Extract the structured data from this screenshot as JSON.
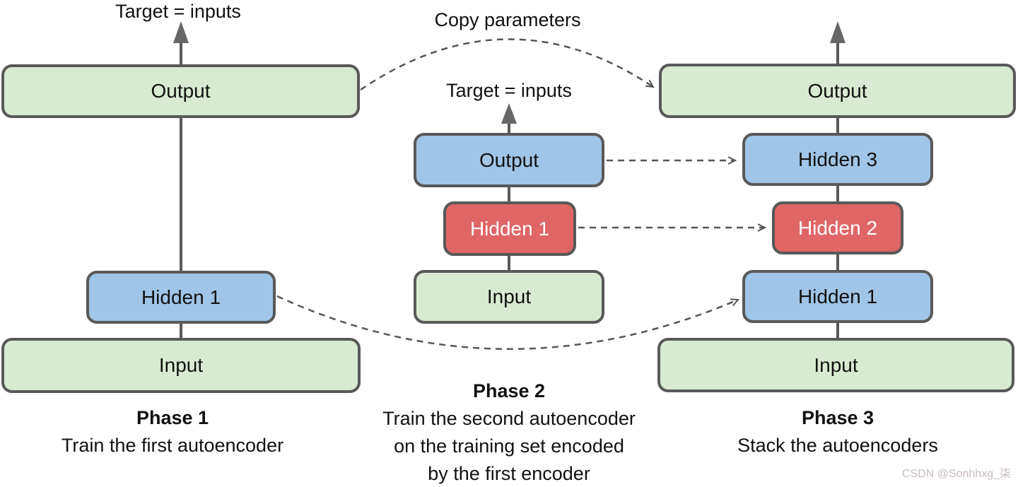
{
  "diagram": {
    "phase1": {
      "target_label": "Target = inputs",
      "output_label": "Output",
      "hidden1_label": "Hidden 1",
      "input_label": "Input",
      "caption_title": "Phase 1",
      "caption_line1": "Train the first autoencoder"
    },
    "phase2": {
      "copy_label": "Copy parameters",
      "target_label": "Target = inputs",
      "output_label": "Output",
      "hidden1_label": "Hidden 1",
      "input_label": "Input",
      "caption_title": "Phase 2",
      "caption_line1": "Train the second autoencoder",
      "caption_line2": "on the training set encoded",
      "caption_line3": "by the first encoder"
    },
    "phase3": {
      "output_label": "Output",
      "hidden3_label": "Hidden 3",
      "hidden2_label": "Hidden 2",
      "hidden1_label": "Hidden 1",
      "input_label": "Input",
      "caption_title": "Phase 3",
      "caption_line1": "Stack the autoencoders"
    },
    "colors": {
      "box_green": "#d9ead3",
      "box_blue": "#9fc5e8",
      "box_red": "#e06666",
      "box_border": "#595959",
      "solid_connector": "#595959",
      "dashed_arrow": "#555555",
      "watermark_text": "#c9bcbc"
    },
    "watermark": "CSDN @Sonhhxg_柒"
  }
}
